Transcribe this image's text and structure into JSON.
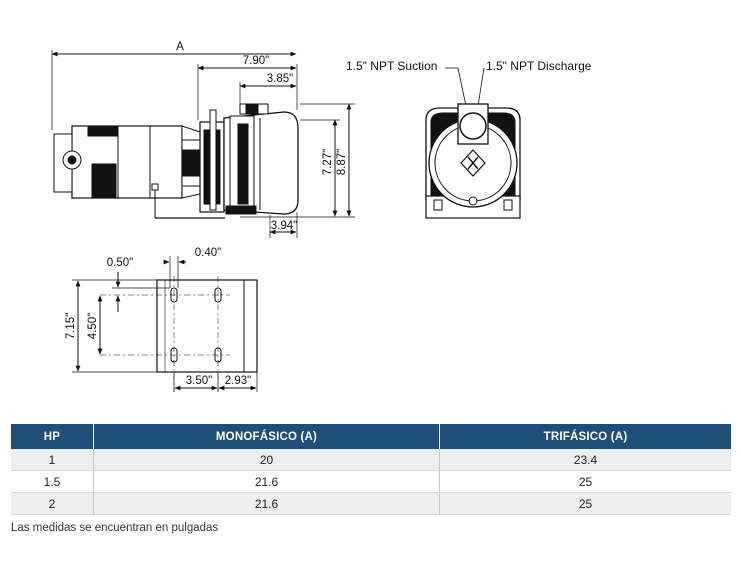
{
  "drawing": {
    "side_view": {
      "overall_label": "A",
      "dim_790": "7.90\"",
      "dim_385": "3.85\"",
      "dim_727": "7.27\"",
      "dim_887": "8.87\"",
      "dim_394": "3.94\""
    },
    "front_view": {
      "suction_label": "1.5\" NPT Suction",
      "discharge_label": "1.5\" NPT Discharge"
    },
    "base_view": {
      "dim_050": "0.50\"",
      "dim_040": "0.40\"",
      "dim_715": "7.15\"",
      "dim_450": "4.50\"",
      "dim_350": "3.50\"",
      "dim_293": "2.93\""
    }
  },
  "table": {
    "headers": [
      "HP",
      "MONOFÁSICO (A)",
      "TRIFÁSICO (A)"
    ],
    "rows": [
      [
        "1",
        "20",
        "23.4"
      ],
      [
        "1.5",
        "21.6",
        "25"
      ],
      [
        "2",
        "21.6",
        "25"
      ]
    ]
  },
  "note": "Las medidas se encuentran en pulgadas",
  "colors": {
    "header_bg": "#1f4e79",
    "row_shade": "#eeeeee"
  }
}
